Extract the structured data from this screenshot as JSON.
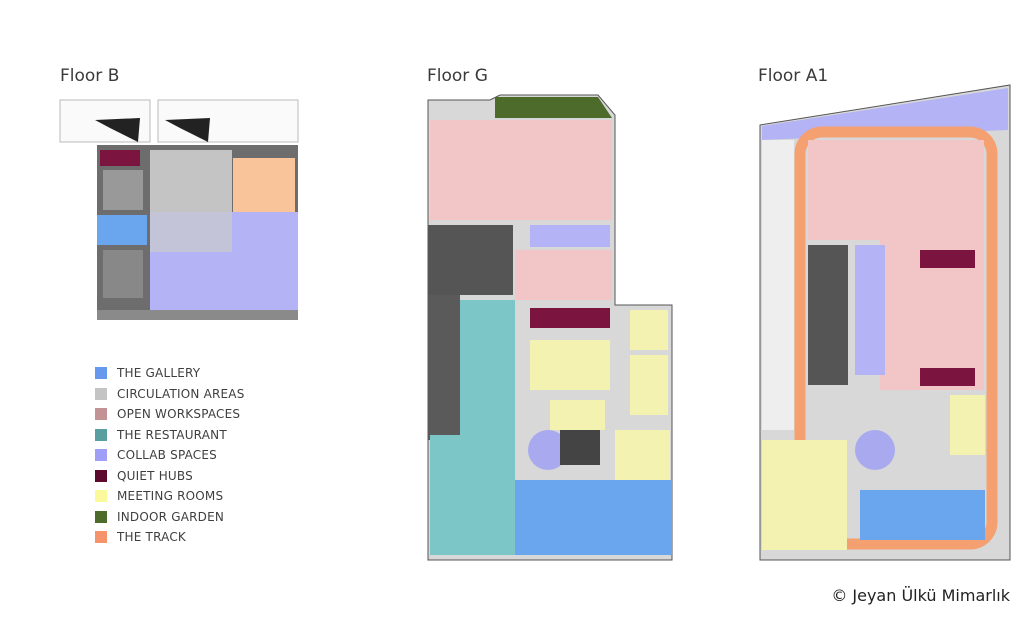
{
  "floors": [
    {
      "title": "Floor B"
    },
    {
      "title": "Floor G"
    },
    {
      "title": "Floor A1"
    }
  ],
  "legend": [
    {
      "label": "THE GALLERY",
      "color": "#6699ee"
    },
    {
      "label": "CIRCULATION AREAS",
      "color": "#c4c4c4"
    },
    {
      "label": "OPEN WORKSPACES",
      "color": "#c39294"
    },
    {
      "label": "THE RESTAURANT",
      "color": "#5a9fa0"
    },
    {
      "label": "COLLAB SPACES",
      "color": "#9f9ff7"
    },
    {
      "label": "QUIET HUBS",
      "color": "#5c0a2e"
    },
    {
      "label": "MEETING ROOMS",
      "color": "#fafa9a"
    },
    {
      "label": "INDOOR GARDEN",
      "color": "#4d6b2a"
    },
    {
      "label": "THE TRACK",
      "color": "#f5936a"
    }
  ],
  "copyright": "© Jeyan Ülkü Mimarlık"
}
